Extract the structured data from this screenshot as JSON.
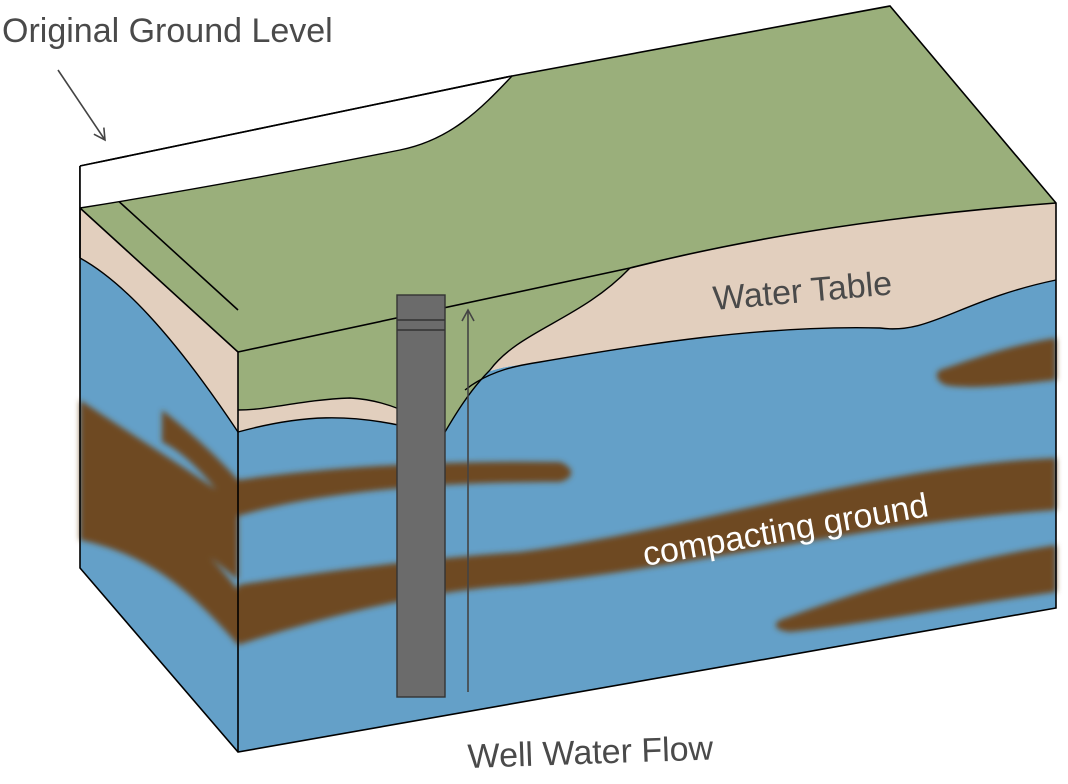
{
  "labels": {
    "original_ground_level": "Original Ground Level",
    "water_table": "Water Table",
    "compacting_ground": "compacting ground",
    "well_water_flow": "Well Water Flow"
  },
  "colors": {
    "ground_surface": "#9aaf7b",
    "unsaturated_soil": "#e2cfbe",
    "aquifer_water": "#64a0c8",
    "clay_layer": "#6e4a23",
    "well_casing": "#6b6b6b",
    "outline": "#000000",
    "label_text": "#4a4a4a"
  }
}
